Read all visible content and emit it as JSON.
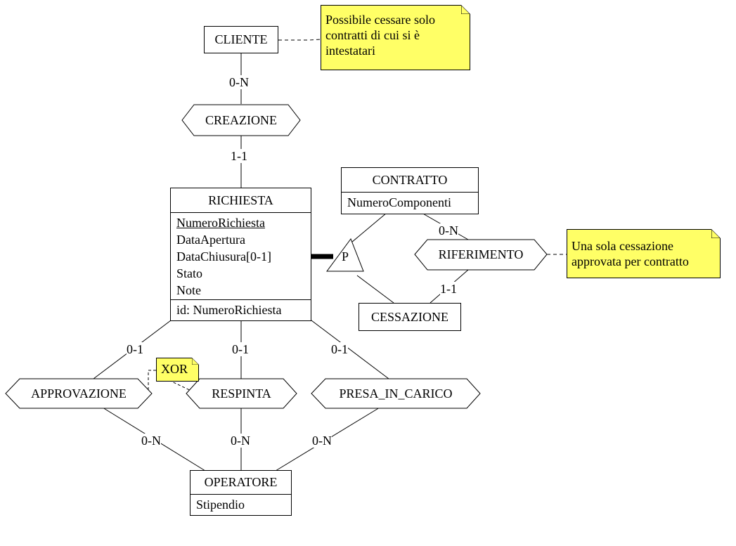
{
  "entities": {
    "cliente": {
      "title": "CLIENTE"
    },
    "richiesta": {
      "title": "RICHIESTA",
      "attributes": [
        "NumeroRichiesta",
        "DataApertura",
        "DataChiusura[0-1]",
        "Stato",
        "Note"
      ],
      "identifier": "id: NumeroRichiesta"
    },
    "contratto": {
      "title": "CONTRATTO",
      "attributes": [
        "NumeroComponenti"
      ]
    },
    "cessazione": {
      "title": "CESSAZIONE"
    },
    "operatore": {
      "title": "OPERATORE",
      "attributes": [
        "Stipendio"
      ]
    }
  },
  "relationships": {
    "creazione": "CREAZIONE",
    "riferimento": "RIFERIMENTO",
    "approvazione": "APPROVAZIONE",
    "respinta": "RESPINTA",
    "presa_in_carico": "PRESA_IN_CARICO"
  },
  "generalization": {
    "label": "P"
  },
  "cardinalities": {
    "cliente_creazione": "0-N",
    "creazione_richiesta": "1-1",
    "contratto_riferimento": "0-N",
    "riferimento_cessazione": "1-1",
    "richiesta_approvazione": "0-1",
    "richiesta_respinta": "0-1",
    "richiesta_presa": "0-1",
    "approvazione_operatore": "0-N",
    "respinta_operatore": "0-N",
    "presa_operatore": "0-N"
  },
  "notes": {
    "cliente_note": [
      "Possibile cessare solo",
      "contratti di cui si è",
      "intestatari"
    ],
    "riferimento_note": [
      "Una sola cessazione",
      "approvata per contratto"
    ],
    "xor_note": "XOR"
  },
  "colors": {
    "note_fill": "#ffff66",
    "line": "#000000",
    "background": "#ffffff"
  }
}
